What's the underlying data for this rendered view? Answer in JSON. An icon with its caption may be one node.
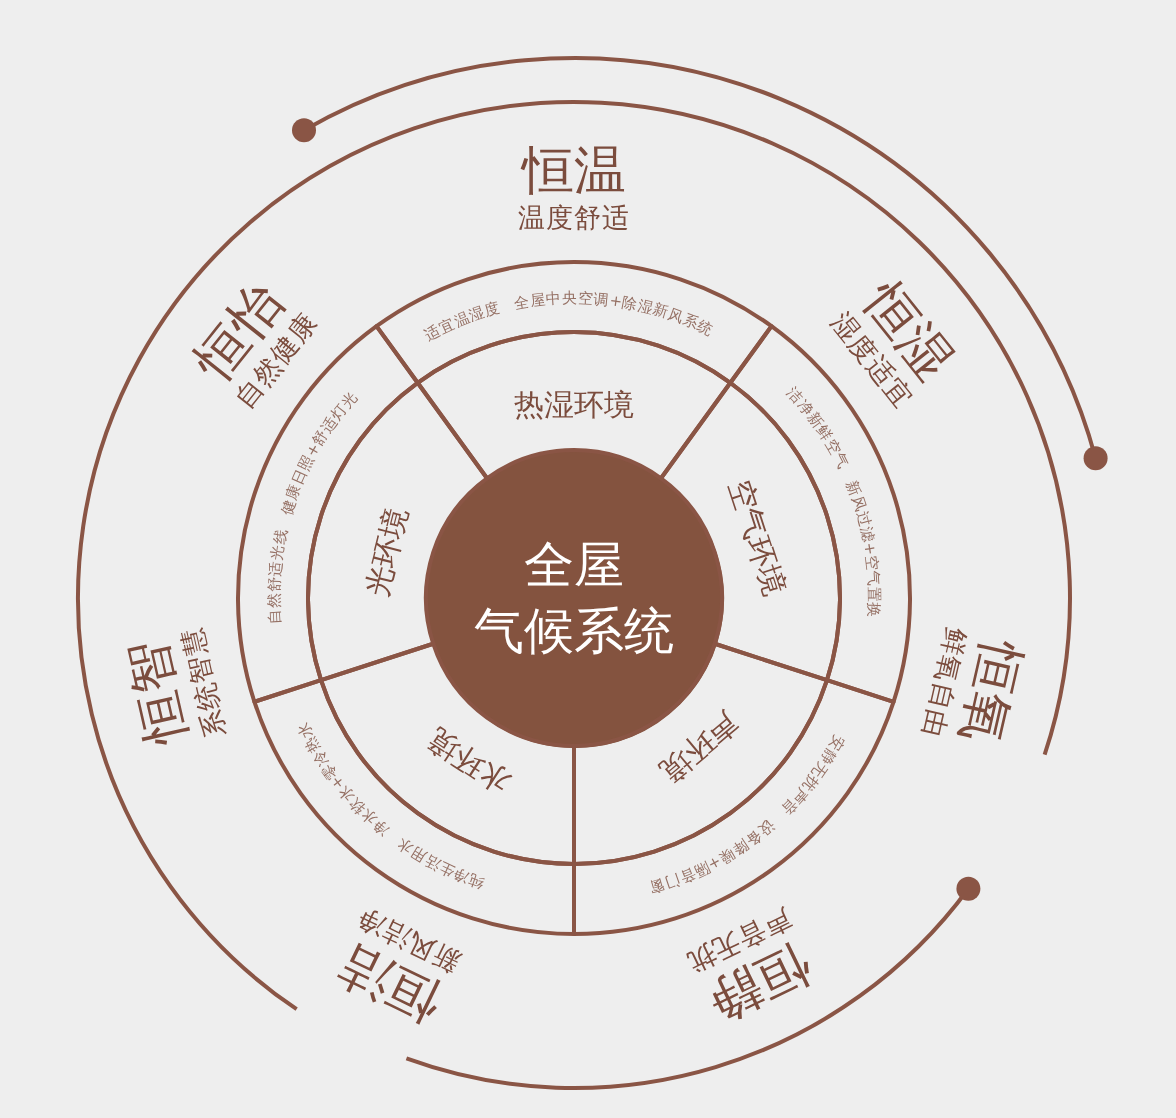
{
  "diagram": {
    "nodes": [
      {
        "text": [
          "全屋气候系统"
        ]
      },
      {
        "text": [
          "热湿环境"
        ]
      },
      {
        "text": [
          "空气环境"
        ]
      },
      {
        "text": [
          "声环境"
        ]
      },
      {
        "text": [
          "水环境"
        ]
      },
      {
        "text": [
          "光环境"
        ]
      },
      {
        "text": [
          "适宜温湿度 全屋中央空调+除湿新风系统"
        ]
      },
      {
        "text": [
          "洁净新鲜空气 新风过滤+空气置换"
        ]
      },
      {
        "text": [
          "安静无扰声音 设备降噪+隔音门窗"
        ]
      },
      {
        "text": [
          "纯净生活用水 净水软水+零冷热水"
        ]
      },
      {
        "text": [
          "自然舒适光线 健康日照+舒适灯光"
        ]
      }
    ],
    "labels": [
      "恒温",
      "温度舒适",
      "恒湿",
      "湿度适宜",
      "恒氧",
      "鲜氧自由",
      "恒静",
      "声音无扰",
      "恒洁",
      "新风洁净",
      "恒智",
      "系统智慧",
      "恒怡",
      "自然健康"
    ]
  }
}
